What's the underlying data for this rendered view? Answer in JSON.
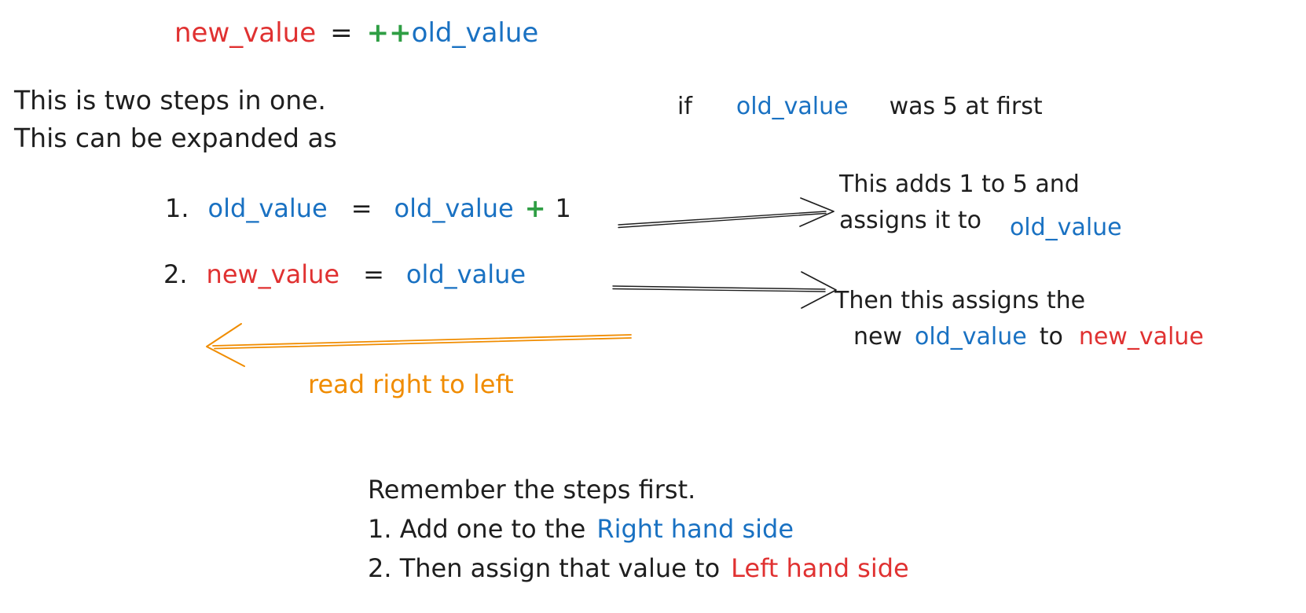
{
  "colors": {
    "ink": "#1e1e1e",
    "red": "#e03131",
    "blue": "#1971c2",
    "green": "#2f9e44",
    "orange": "#f08c00",
    "background": "#ffffff"
  },
  "title": {
    "lhs": "new_value",
    "equals": "=",
    "increment": "++",
    "rhs": "old_value"
  },
  "intro": {
    "line1": "This is two steps in one.",
    "line2": "This can be expanded as"
  },
  "condition": {
    "keyword": "if",
    "var": "old_value",
    "rest": "was 5 at first"
  },
  "steps": [
    {
      "num": "1.",
      "lhs": "old_value",
      "eq": "=",
      "rhs": "old_value",
      "op": "+",
      "operand": "1"
    },
    {
      "num": "2.",
      "lhs": "new_value",
      "eq": "=",
      "rhs": "old_value"
    }
  ],
  "notes": {
    "step1": {
      "line1": "This adds 1 to 5 and",
      "line2_prefix": "assigns it to",
      "line2_var": "old_value"
    },
    "step2": {
      "line1": "Then this assigns the",
      "line2_word1": "new",
      "line2_var1": "old_value",
      "line2_word2": "to",
      "line2_var2": "new_value"
    }
  },
  "arrows": [
    {
      "name": "step1-to-note1",
      "direction": "right",
      "color": "#1e1e1e"
    },
    {
      "name": "step2-to-note2",
      "direction": "right",
      "color": "#1e1e1e"
    },
    {
      "name": "read-direction",
      "direction": "left",
      "color": "#f08c00"
    }
  ],
  "read_direction_label": "read right to left",
  "summary": {
    "line1": "Remember the steps first.",
    "line2_prefix": "1. Add one to the",
    "line2_highlight": "Right hand side",
    "line3_prefix": "2. Then assign that value to",
    "line3_highlight": "Left hand side"
  }
}
